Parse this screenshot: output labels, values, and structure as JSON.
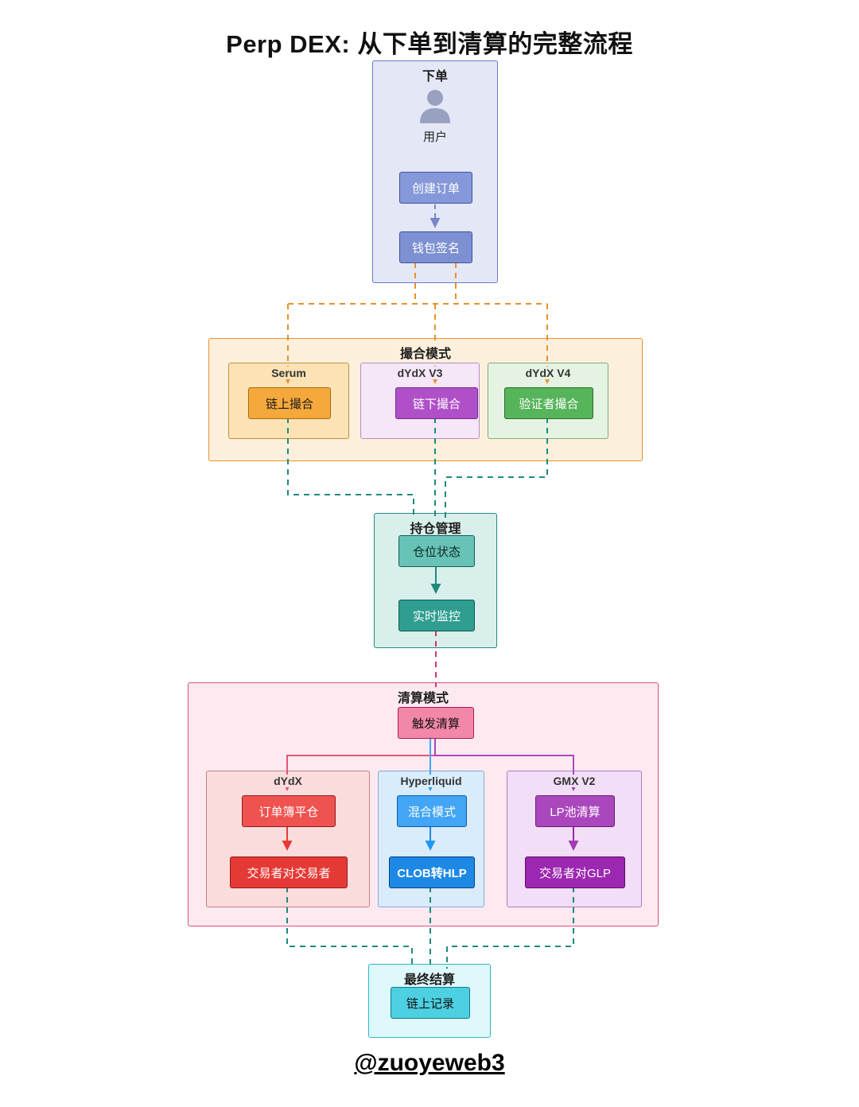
{
  "title": "Perp DEX: 从下单到清算的完整流程",
  "footer": "@zuoyeweb3",
  "sections": {
    "order": {
      "label": "下单",
      "user": "用户",
      "create_order": "创建订单",
      "wallet_sign": "钱包签名"
    },
    "matching": {
      "label": "撮合模式",
      "groups": [
        {
          "name": "Serum",
          "node": "链上撮合"
        },
        {
          "name": "dYdX V3",
          "node": "链下撮合"
        },
        {
          "name": "dYdX V4",
          "node": "验证者撮合"
        }
      ]
    },
    "position": {
      "label": "持仓管理",
      "status": "仓位状态",
      "monitor": "实时监控"
    },
    "liquidation": {
      "label": "清算模式",
      "trigger": "触发清算",
      "groups": [
        {
          "name": "dYdX",
          "step1": "订单簿平仓",
          "step2": "交易者对交易者"
        },
        {
          "name": "Hyperliquid",
          "step1": "混合模式",
          "step2": "CLOB转HLP"
        },
        {
          "name": "GMX V2",
          "step1": "LP池清算",
          "step2": "交易者对GLP"
        }
      ]
    },
    "settlement": {
      "label": "最终结算",
      "node": "链上记录"
    }
  },
  "palette": {
    "orange_flow": "#e8912d",
    "teal_flow": "#1f8a7d",
    "pink_flow": "#d6336c",
    "periwinkle_flow": "#7986cb",
    "serum_node": "#f5a93c",
    "dydx_v3_node": "#b050c8",
    "dydx_v4_node": "#56b45a",
    "status_node": "#67c3b6",
    "monitor_node": "#2f9e90",
    "trigger_node": "#f287a8",
    "dydx_step1": "#ef5350",
    "dydx_step2": "#e53935",
    "hyper_step1": "#42a5f5",
    "hyper_step2": "#1e88e5",
    "gmx_step1": "#ab47bc",
    "gmx_step2": "#9c27b0",
    "settlement_node": "#4dd0e1"
  }
}
